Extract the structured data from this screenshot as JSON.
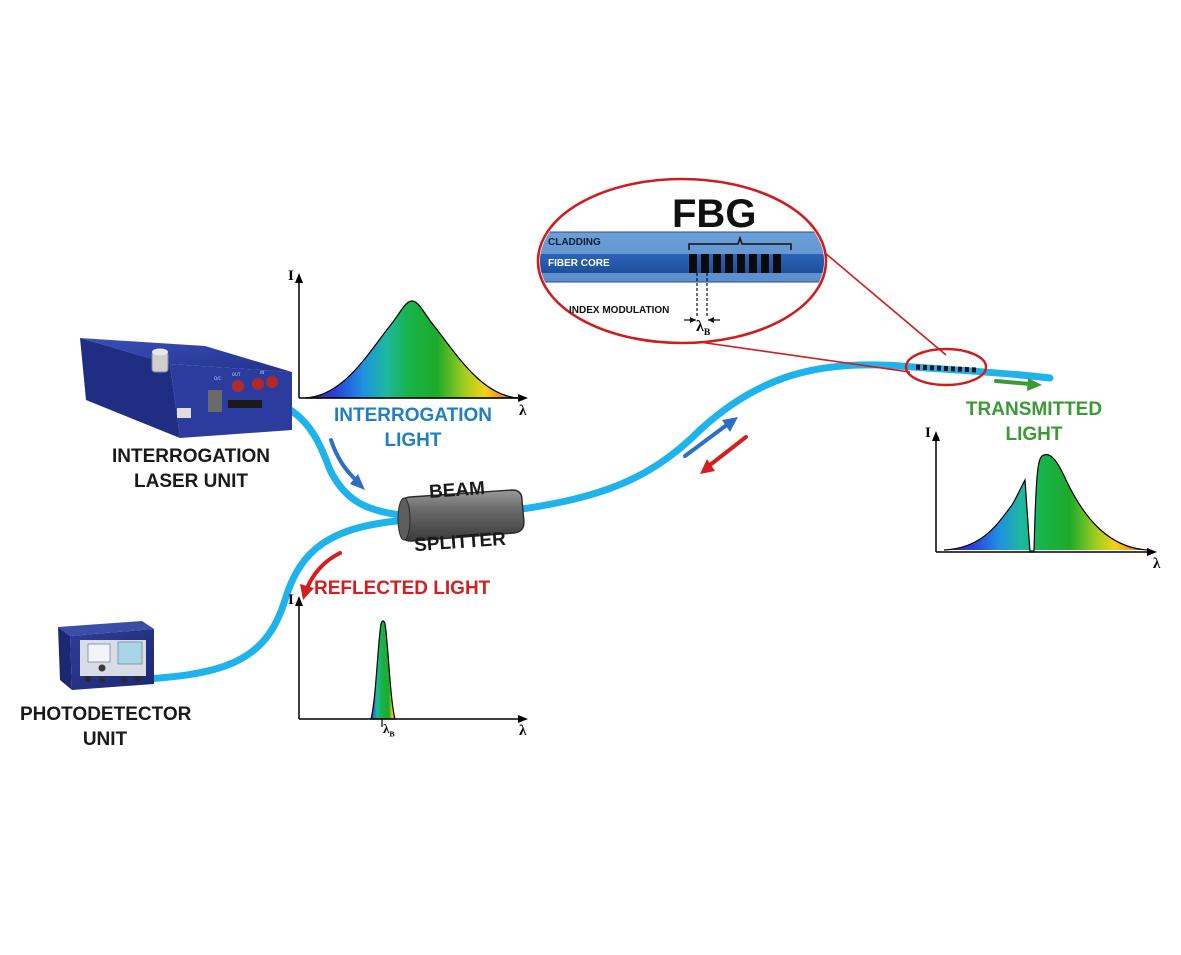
{
  "labels": {
    "interrogation_laser_unit": [
      "INTERROGATION",
      "LASER UNIT"
    ],
    "interrogation_light": [
      "INTERROGATION",
      "LIGHT"
    ],
    "beam_splitter": [
      "BEAM",
      "SPLITTER"
    ],
    "reflected_light": "REFLECTED LIGHT",
    "photodetector_unit": [
      "PHOTODETECTOR",
      "UNIT"
    ],
    "transmitted_light": [
      "TRANSMITTED",
      "LIGHT"
    ]
  },
  "fbg": {
    "title": "FBG",
    "cladding": "CLADDING",
    "fiber_core": "FIBER CORE",
    "index_modulation": "INDEX MODULATION",
    "lambda_b": "λ",
    "lambda_b_sub": "B"
  },
  "axes": {
    "intensity": "I",
    "wavelength": "λ",
    "lambda_b": "λ",
    "lambda_b_sub": "B"
  },
  "colors": {
    "fiber": "#1fb3ec",
    "interrogation": "#1f7fc6",
    "reflected": "#d21f1f",
    "transmitted": "#3a9a34",
    "zoom_ring": "#d01c1c",
    "device_body": "#2b3c9e"
  },
  "icons": {
    "laser_unit": "interrogation-laser-device",
    "photodetector": "photodetector-device",
    "splitter": "beam-splitter-cylinder"
  }
}
